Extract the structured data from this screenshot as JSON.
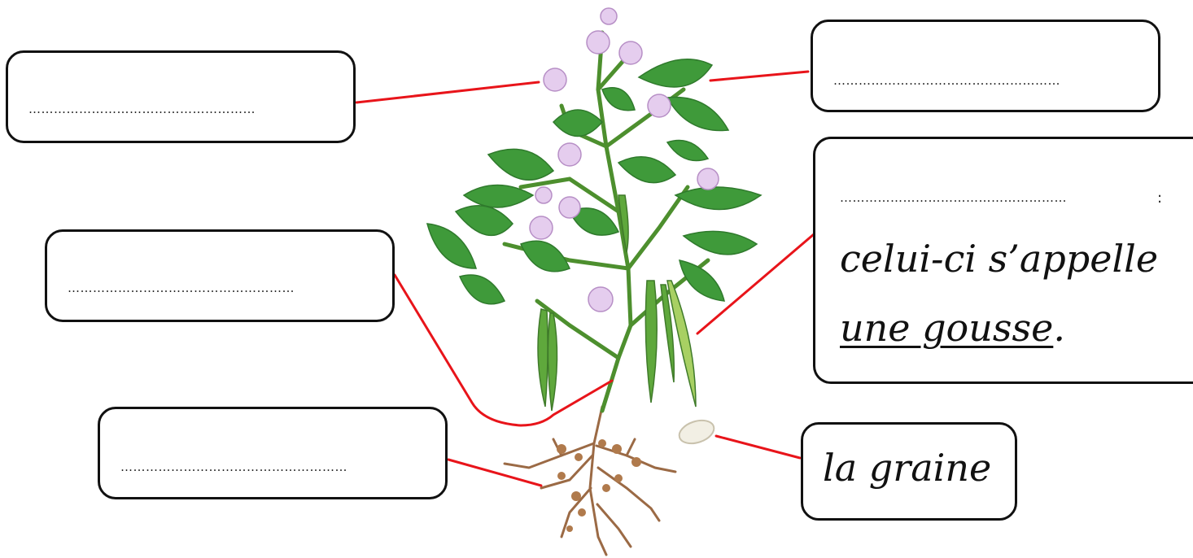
{
  "labels": {
    "top_left": {
      "answer": "………………………………………………"
    },
    "top_right": {
      "answer": "………………………………………………"
    },
    "middle_left": {
      "answer": "………………………………………………"
    },
    "bottom_left": {
      "answer": "………………………………………………"
    },
    "pod": {
      "answer": "………………………………………………",
      "colon": ":",
      "line1": "celui-ci s’appelle",
      "line2_underlined": "une gousse",
      "line2_end": "."
    },
    "seed": {
      "text": "la graine"
    }
  },
  "colors": {
    "connector": "#e8141a",
    "box_border": "#111111",
    "leaf": "#3f9a3a",
    "flower": "#e5cdee",
    "root": "#9b6a45",
    "pod": "#a8d063"
  }
}
